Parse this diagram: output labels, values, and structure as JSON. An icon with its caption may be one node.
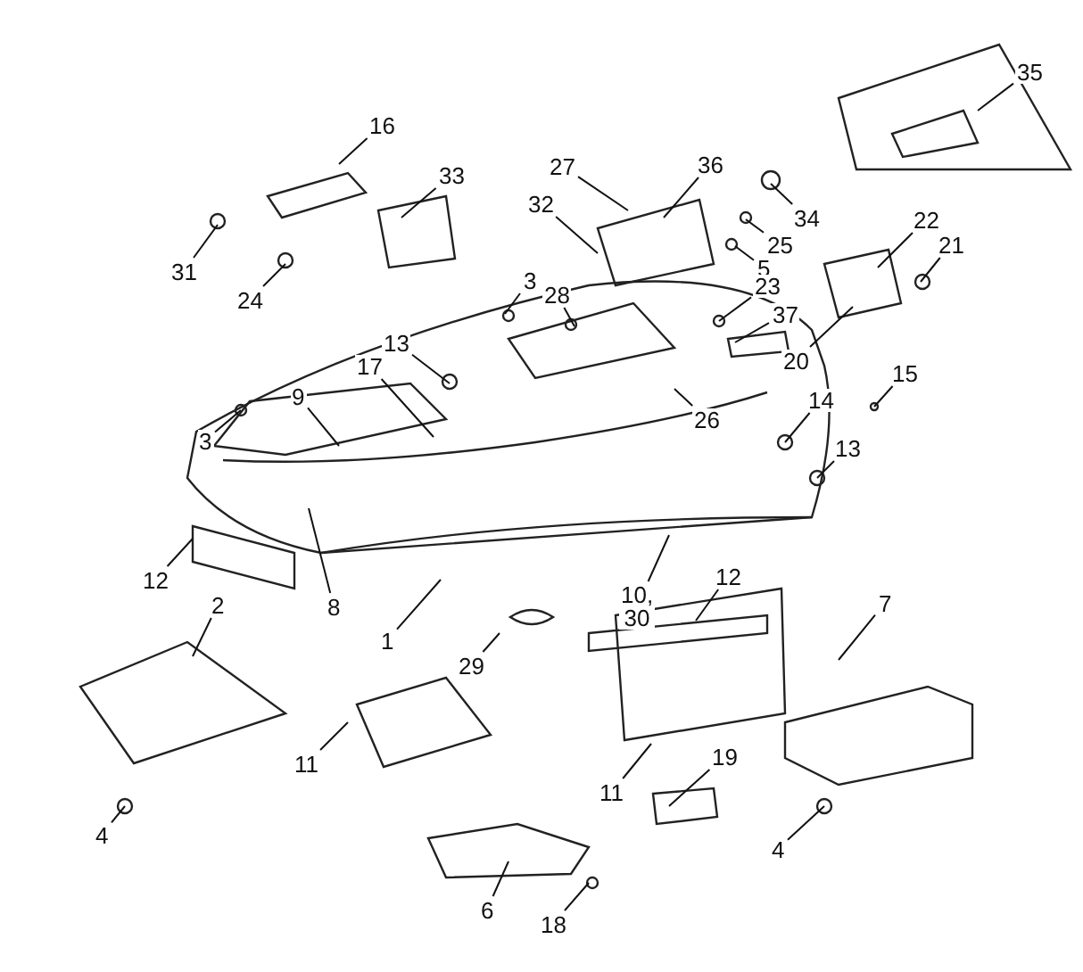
{
  "diagram": {
    "nodes": [
      {
        "text": [
          "35"
        ]
      },
      {
        "text": [
          "16"
        ]
      },
      {
        "text": [
          "27"
        ]
      },
      {
        "text": [
          "36"
        ]
      },
      {
        "text": [
          "33"
        ]
      },
      {
        "text": [
          "32"
        ]
      },
      {
        "text": [
          "22"
        ]
      },
      {
        "text": [
          "34"
        ]
      },
      {
        "text": [
          "25"
        ]
      },
      {
        "text": [
          "21"
        ]
      },
      {
        "text": [
          "5"
        ]
      },
      {
        "text": [
          "31"
        ]
      },
      {
        "text": [
          "3"
        ]
      },
      {
        "text": [
          "23"
        ]
      },
      {
        "text": [
          "28"
        ]
      },
      {
        "text": [
          "24"
        ]
      },
      {
        "text": [
          "37"
        ]
      },
      {
        "text": [
          "13"
        ]
      },
      {
        "text": [
          "17"
        ]
      },
      {
        "text": [
          "20"
        ]
      },
      {
        "text": [
          "15"
        ]
      },
      {
        "text": [
          "9"
        ]
      },
      {
        "text": [
          "14"
        ]
      },
      {
        "text": [
          "26"
        ]
      },
      {
        "text": [
          "3"
        ]
      },
      {
        "text": [
          "13"
        ]
      },
      {
        "text": [
          "12"
        ]
      },
      {
        "text": [
          "12"
        ]
      },
      {
        "text": [
          "10, 30"
        ]
      },
      {
        "text": [
          "2"
        ]
      },
      {
        "text": [
          "8"
        ]
      },
      {
        "text": [
          "7"
        ]
      },
      {
        "text": [
          "1"
        ]
      },
      {
        "text": [
          "29"
        ]
      },
      {
        "text": [
          "19"
        ]
      },
      {
        "text": [
          "11"
        ]
      },
      {
        "text": [
          "11"
        ]
      },
      {
        "text": [
          "4"
        ]
      },
      {
        "text": [
          "4"
        ]
      },
      {
        "text": [
          "6"
        ]
      },
      {
        "text": [
          "18"
        ]
      }
    ],
    "edges": [
      {
        "from": 0,
        "to": null,
        "arrow": "none"
      },
      {
        "from": 1,
        "to": null,
        "arrow": "none"
      },
      {
        "from": 2,
        "to": null,
        "arrow": "none"
      },
      {
        "from": 3,
        "to": null,
        "arrow": "none"
      },
      {
        "from": 4,
        "to": null,
        "arrow": "none"
      },
      {
        "from": 5,
        "to": null,
        "arrow": "none"
      },
      {
        "from": 6,
        "to": null,
        "arrow": "none"
      },
      {
        "from": 7,
        "to": null,
        "arrow": "none"
      },
      {
        "from": 8,
        "to": null,
        "arrow": "none"
      },
      {
        "from": 9,
        "to": null,
        "arrow": "none"
      },
      {
        "from": 10,
        "to": null,
        "arrow": "none"
      },
      {
        "from": 11,
        "to": null,
        "arrow": "none"
      },
      {
        "from": 12,
        "to": null,
        "arrow": "none"
      },
      {
        "from": 13,
        "to": null,
        "arrow": "none"
      },
      {
        "from": 14,
        "to": null,
        "arrow": "none"
      },
      {
        "from": 15,
        "to": null,
        "arrow": "none"
      },
      {
        "from": 16,
        "to": null,
        "arrow": "none"
      },
      {
        "from": 17,
        "to": null,
        "arrow": "none"
      },
      {
        "from": 18,
        "to": null,
        "arrow": "none"
      },
      {
        "from": 19,
        "to": null,
        "arrow": "none"
      },
      {
        "from": 20,
        "to": null,
        "arrow": "none"
      },
      {
        "from": 21,
        "to": null,
        "arrow": "none"
      },
      {
        "from": 22,
        "to": null,
        "arrow": "none"
      },
      {
        "from": 23,
        "to": null,
        "arrow": "none"
      },
      {
        "from": 24,
        "to": null,
        "arrow": "none"
      },
      {
        "from": 25,
        "to": null,
        "arrow": "none"
      },
      {
        "from": 26,
        "to": null,
        "arrow": "none"
      },
      {
        "from": 27,
        "to": null,
        "arrow": "none"
      },
      {
        "from": 28,
        "to": null,
        "arrow": "none"
      },
      {
        "from": 29,
        "to": null,
        "arrow": "none"
      },
      {
        "from": 30,
        "to": null,
        "arrow": "none"
      },
      {
        "from": 31,
        "to": null,
        "arrow": "none"
      },
      {
        "from": 32,
        "to": null,
        "arrow": "none"
      },
      {
        "from": 33,
        "to": null,
        "arrow": "none"
      },
      {
        "from": 34,
        "to": null,
        "arrow": "none"
      },
      {
        "from": 35,
        "to": null,
        "arrow": "none"
      },
      {
        "from": 36,
        "to": null,
        "arrow": "none"
      },
      {
        "from": 37,
        "to": null,
        "arrow": "none"
      },
      {
        "from": 38,
        "to": null,
        "arrow": "none"
      },
      {
        "from": 39,
        "to": null,
        "arrow": "none"
      },
      {
        "from": 40,
        "to": null,
        "arrow": "none"
      }
    ]
  }
}
